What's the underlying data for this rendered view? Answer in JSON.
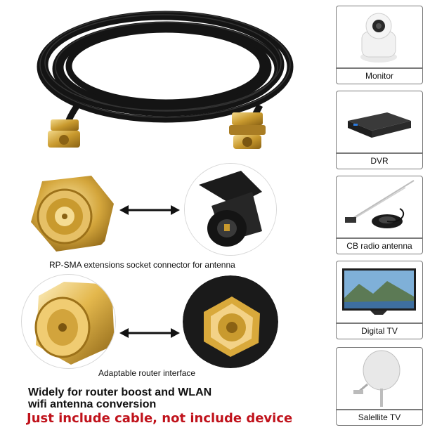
{
  "captions": {
    "socket_connector": "RP-SMA extensions socket connector for antenna",
    "router_interface": "Adaptable router interface"
  },
  "headline": {
    "line1": "Widely for router boost and WLAN",
    "line2": "wifi antenna conversion",
    "warning": "Just include cable, not include device"
  },
  "devices": [
    {
      "label": "Monitor",
      "icon": "security-camera-icon"
    },
    {
      "label": "DVR",
      "icon": "dvr-box-icon"
    },
    {
      "label": "CB radio antenna",
      "icon": "cb-antenna-icon"
    },
    {
      "label": "Digital TV",
      "icon": "tv-icon"
    },
    {
      "label": "Salellite TV",
      "icon": "satellite-dish-icon"
    }
  ],
  "colors": {
    "warning": "#c0121b",
    "gold": "#c99a2e",
    "cable": "#141414",
    "card_border": "#7a7a7a"
  }
}
